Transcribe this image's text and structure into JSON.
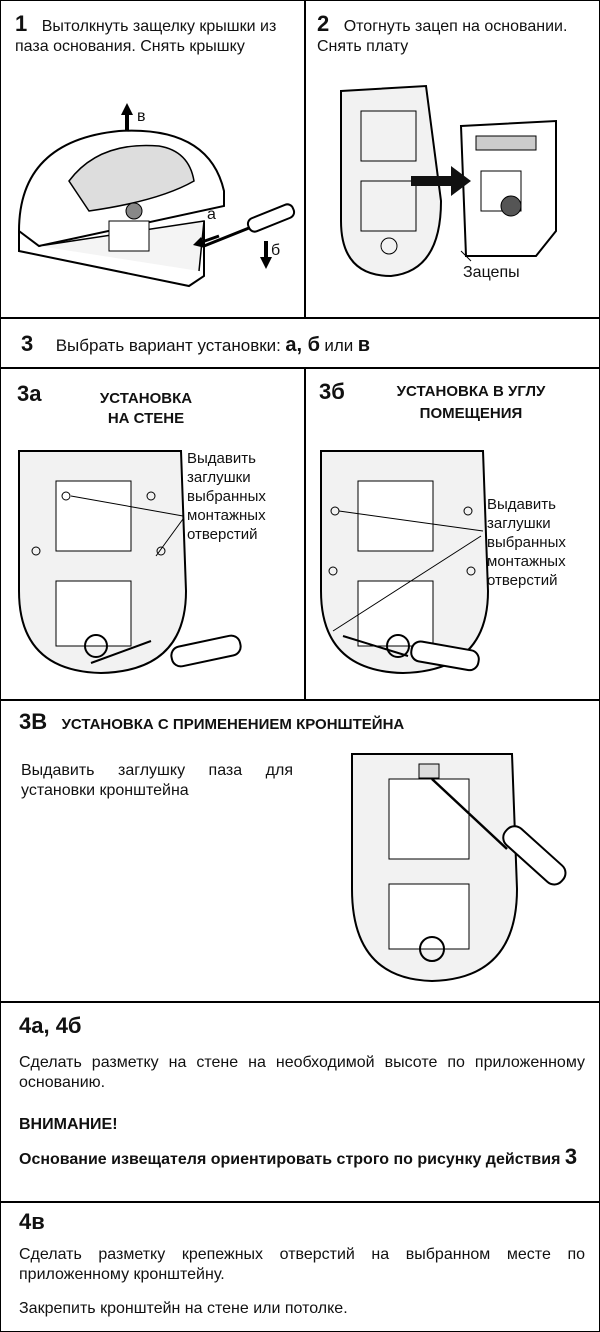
{
  "step1": {
    "num": "1",
    "text": "Вытолкнуть защелку крышки из паза основания. Снять крышку",
    "label_v": "в",
    "label_a": "а",
    "label_b": "б"
  },
  "step2": {
    "num": "2",
    "text": "Отогнуть зацеп на основании. Снять плату",
    "label_hooks": "Зацепы"
  },
  "step3": {
    "num": "3",
    "prefix": "Выбрать вариант установки:",
    "opt_ab": "а, б",
    "or": "или",
    "opt_v": "в"
  },
  "step3a": {
    "num": "3а",
    "title_line1": "УСТАНОВКА",
    "title_line2": "НА СТЕНЕ",
    "note": [
      "Выдавить",
      "заглушки",
      "выбранных",
      "монтажных",
      "отверстий"
    ]
  },
  "step3b": {
    "num": "3б",
    "title_line1": "УСТАНОВКА В УГЛУ",
    "title_line2": "ПОМЕЩЕНИЯ",
    "note": [
      "Выдавить",
      "заглушки",
      "выбранных",
      "монтажных",
      "отверстий"
    ]
  },
  "step3v": {
    "num": "3В",
    "title": "УСТАНОВКА С ПРИМЕНЕНИЕМ КРОНШТЕЙНА",
    "text": "Выдавить заглушку паза для установки кронштейна"
  },
  "step4ab": {
    "num": "4а, 4б",
    "text": "Сделать разметку на стене на необходимой высоте по приложенному основанию.",
    "warning": "ВНИМАНИЕ!",
    "bold_text": "Основание извещателя ориентировать строго по рисунку действия",
    "bold_num": "3"
  },
  "step4v": {
    "num": "4в",
    "text1": "Сделать разметку крепежных отверстий на выбранном месте по приложенному кронштейну.",
    "text2": "Закрепить кронштейн на стене или потолке."
  }
}
